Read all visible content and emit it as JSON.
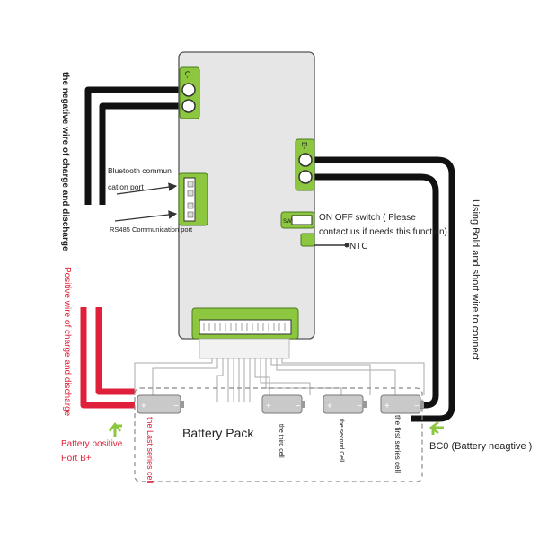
{
  "colors": {
    "board": "#e6e6e6",
    "board_border": "#555555",
    "pad_green": "#8dc63f",
    "pad_green_dark": "#4c7a1d",
    "wire_black": "#111111",
    "wire_red": "#e0203a",
    "arrow_green": "#8dc63f",
    "text_red": "#e0203a",
    "text_dark": "#222222"
  },
  "board": {
    "c_minus_label": "C-",
    "b_minus_label": "B-",
    "sw_label": "SW"
  },
  "labels": {
    "negative_wire": "the negative wire of charge and discharge",
    "positive_wire": "Positive wire of charge and discharge",
    "bold_wire": "Using Bold and short wire to connect",
    "bluetooth_1": "Bluetooth commun",
    "bluetooth_2": "cation port",
    "rs485": "RS485 Communication port",
    "on_off_1": "ON OFF switch ( Please",
    "on_off_2": "contact us if needs this function)",
    "ntc": "NTC",
    "battery_pack": "Battery Pack",
    "positive_port_1": "Battery positive",
    "positive_port_2": "Port B+",
    "bc0": "BC0 (Battery neagtive )"
  },
  "cells": [
    {
      "label": "the Last series cell",
      "color": "#e0203a"
    },
    {
      "label": "the third cell",
      "color": "#222222"
    },
    {
      "label": "the second Cell",
      "color": "#222222"
    },
    {
      "label": "the first series cell",
      "color": "#222222"
    }
  ]
}
